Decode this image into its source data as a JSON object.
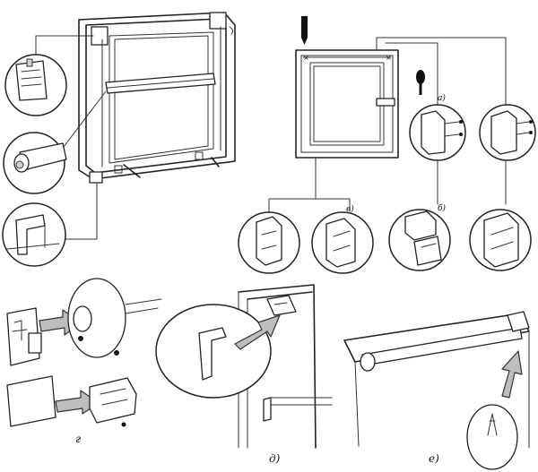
{
  "labels": {
    "a": "а)",
    "b": "б)",
    "v": "в)",
    "g": "г",
    "d": "д)",
    "e": "е)"
  },
  "icons": [
    "pencil-icon",
    "screwdriver-icon"
  ]
}
